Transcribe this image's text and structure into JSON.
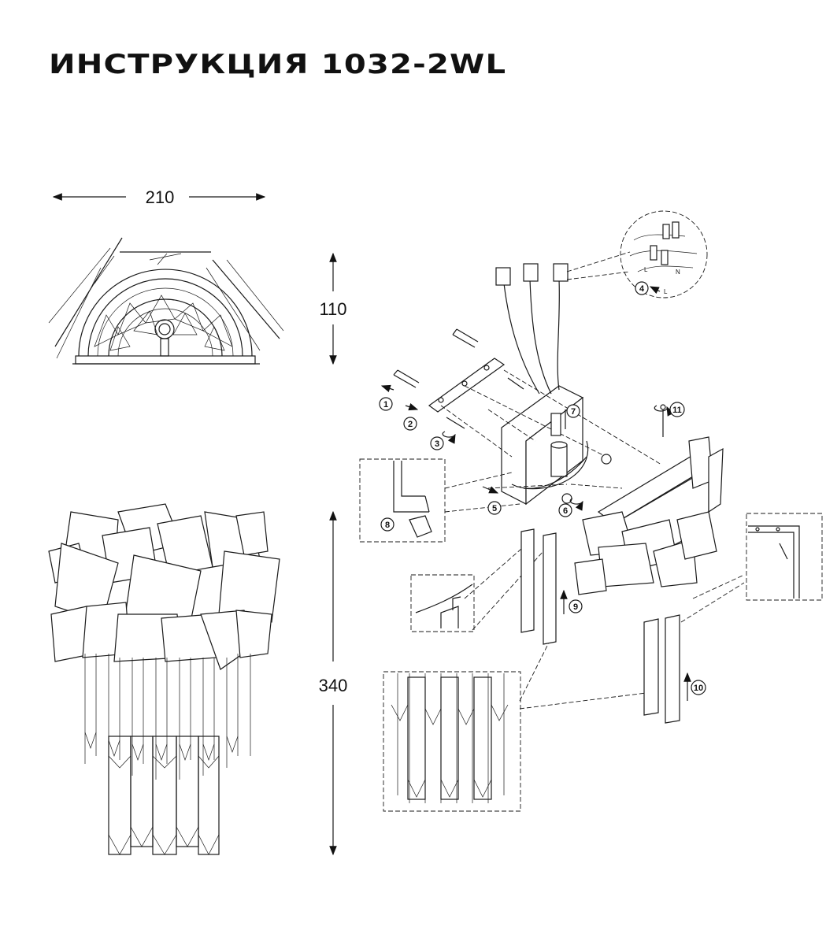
{
  "title": "ИНСТРУКЦИЯ 1032-2WL",
  "dimensions": {
    "width": "210",
    "depth": "110",
    "height": "340"
  },
  "steps": [
    "1",
    "2",
    "3",
    "4",
    "5",
    "6",
    "7",
    "8",
    "9",
    "10",
    "11"
  ],
  "wiring_labels": {
    "live": "L",
    "neutral": "N"
  }
}
